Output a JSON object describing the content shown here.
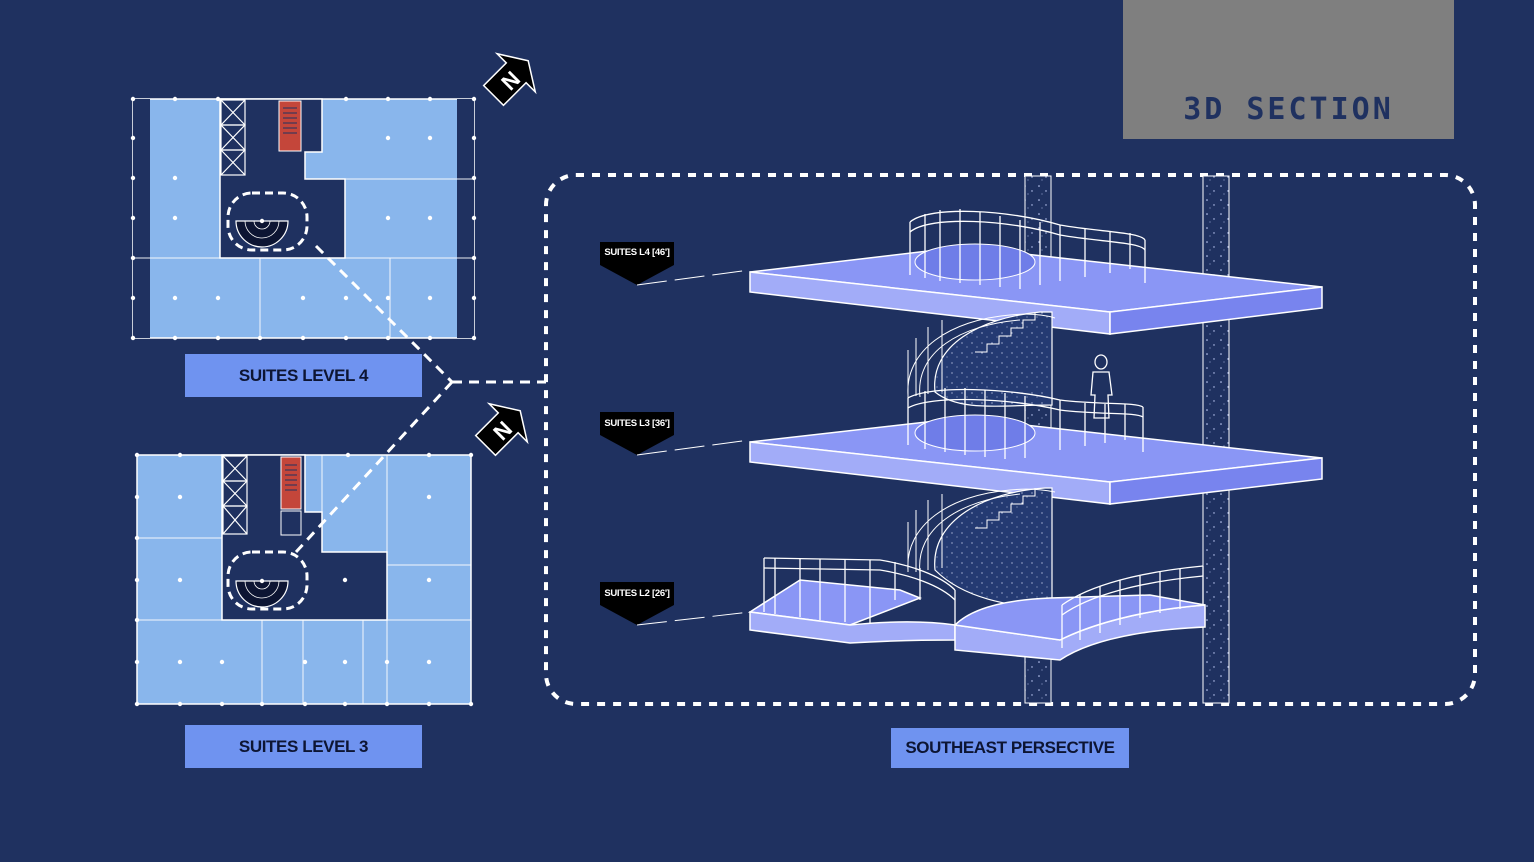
{
  "header": {
    "title": "3D SECTION",
    "title_bg": "#7f7f7f",
    "title_color": "#1f3160"
  },
  "colors": {
    "background": "#1f3160",
    "plan_fill": "#89b6ec",
    "plan_core": "#1f3160",
    "stair_red": "#c4463a",
    "slab_fill": "#8a96f5",
    "label_bg": "#6f93f0",
    "label_text": "#0d1533",
    "linework": "#ffffff"
  },
  "plans": [
    {
      "caption": "SUITES LEVEL 4",
      "north_label": "N",
      "north_icon": "north-arrow-icon"
    },
    {
      "caption": "SUITES LEVEL 3",
      "north_label": "N",
      "north_icon": "north-arrow-icon"
    }
  ],
  "section": {
    "caption": "SOUTHEAST PERSECTIVE",
    "levels": [
      {
        "tag": "SUITES L4 [46']"
      },
      {
        "tag": "SUITES L3 [36']"
      },
      {
        "tag": "SUITES  L2 [26']"
      }
    ]
  }
}
